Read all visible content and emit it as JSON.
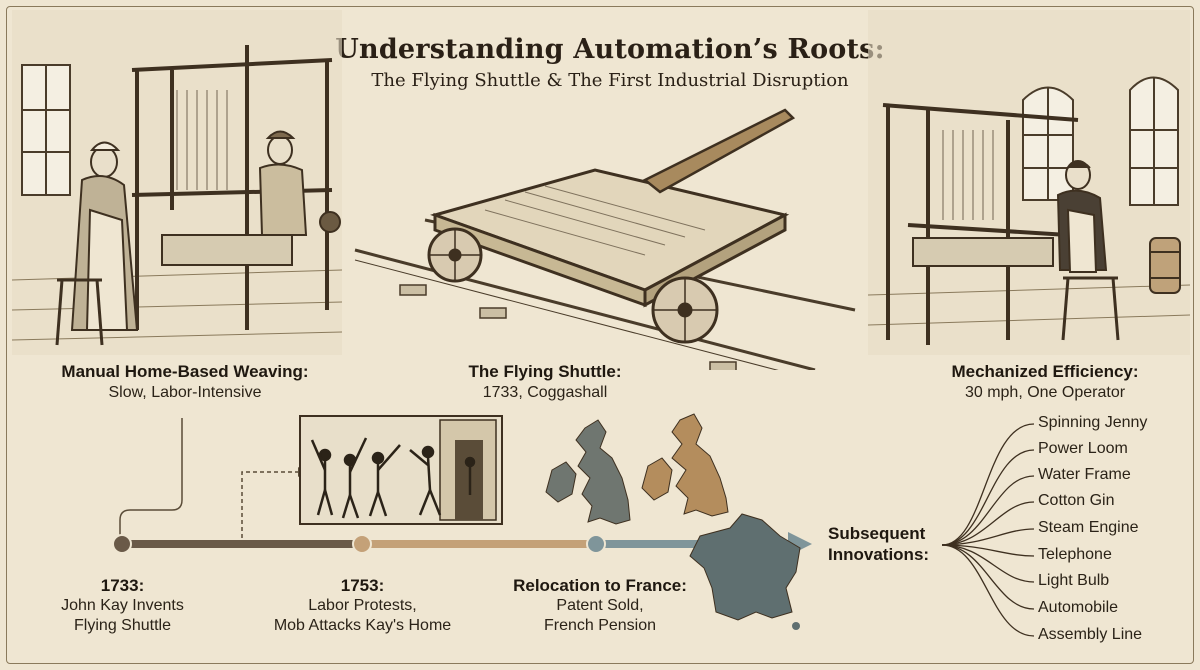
{
  "header": {
    "title": "Understanding Automation’s Roots:",
    "subtitle": "The Flying Shuttle & The First Industrial Disruption"
  },
  "panels": [
    {
      "title": "Manual Home-Based Weaving:",
      "subtitle": "Slow, Labor-Intensive"
    },
    {
      "title": "The Flying Shuttle:",
      "subtitle": "1733, Coggashall"
    },
    {
      "title": "Mechanized Efficiency:",
      "subtitle": "30 mph, One Operator"
    }
  ],
  "timeline": [
    {
      "year": "1733:",
      "line1": "John Kay Invents",
      "line2": "Flying Shuttle",
      "color": "#6a5a48"
    },
    {
      "year": "1753:",
      "line1": "Labor Protests,",
      "line2": "Mob Attacks Kay's Home",
      "color": "#c4a178"
    },
    {
      "year": "Relocation to France:",
      "line1": "Patent Sold,",
      "line2": "French Pension",
      "color": "#7f959a"
    }
  ],
  "innovations": {
    "label_line1": "Subsequent",
    "label_line2": "Innovations:",
    "items": [
      "Spinning Jenny",
      "Power Loom",
      "Water Frame",
      "Cotton Gin",
      "Steam Engine",
      "Telephone",
      "Light Bulb",
      "Automobile",
      "Assembly Line"
    ]
  },
  "colors": {
    "background": "#efe6d2",
    "ink": "#2b2318",
    "uk_map_gray": "#6f7670",
    "uk_map_tan": "#b48d5d",
    "france_map": "#5f6f70"
  }
}
